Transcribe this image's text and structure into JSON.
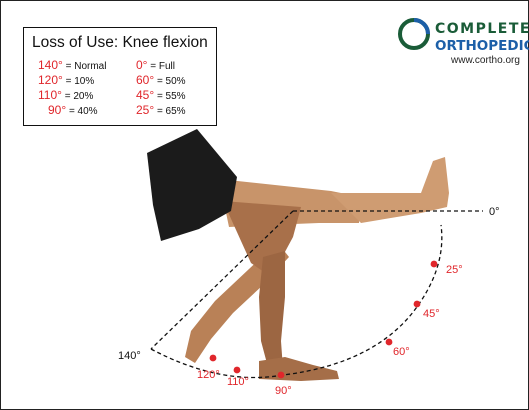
{
  "legend": {
    "title": "Loss of Use: Knee flexion",
    "rows": [
      {
        "angle_left": "140°",
        "value_left": "= Normal",
        "angle_right": "0°",
        "value_right": "= Full"
      },
      {
        "angle_left": "120°",
        "value_left": "= 10%",
        "angle_right": "60°",
        "value_right": "= 50%"
      },
      {
        "angle_left": "110°",
        "value_left": "= 20%",
        "angle_right": "45°",
        "value_right": "= 55%"
      },
      {
        "angle_left": "90°",
        "value_left": "= 40%",
        "angle_right": "25°",
        "value_right": "= 65%"
      }
    ]
  },
  "logo": {
    "line1": "COMPLETE",
    "line2": "ORTHOPEDICS",
    "url": "www.cortho.org"
  },
  "arc_labels": {
    "deg0": "0°",
    "deg25": "25°",
    "deg45": "45°",
    "deg60": "60°",
    "deg90": "90°",
    "deg110": "110°",
    "deg120": "120°",
    "deg140": "140°"
  },
  "colors": {
    "accent_red": "#e0262b",
    "skin": "#c08a5e",
    "skin_dark": "#8a5a38",
    "shorts": "#1b1b1b",
    "logo_green": "#1a5c38",
    "logo_blue": "#1c5fa8"
  }
}
